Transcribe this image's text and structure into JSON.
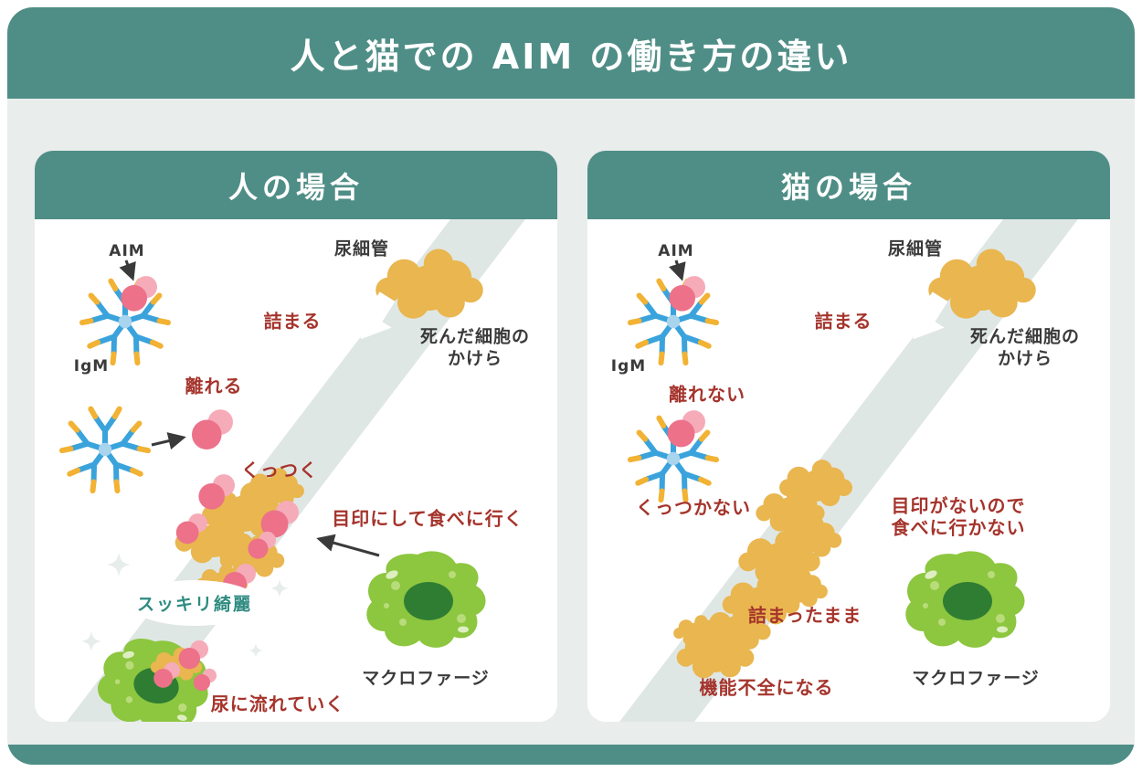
{
  "title": "人と猫での AIM の働き方の違い",
  "panels": {
    "human": {
      "header": "人の場合",
      "aim_label": "AIM",
      "igm_label": "IgM",
      "tubule_label": "尿細管",
      "clog_label": "詰まる",
      "debris_line1": "死んだ細胞の",
      "debris_line2": "かけら",
      "detach_label": "離れる",
      "stick_label": "くっつく",
      "macrophage_action_label": "目印にして食べに行く",
      "clean_label": "スッキリ綺麗",
      "macrophage_label": "マクロファージ",
      "outcome_label": "尿に流れていく"
    },
    "cat": {
      "header": "猫の場合",
      "aim_label": "AIM",
      "igm_label": "IgM",
      "tubule_label": "尿細管",
      "clog_label": "詰まる",
      "debris_line1": "死んだ細胞の",
      "debris_line2": "かけら",
      "detach_label": "離れない",
      "stick_label": "くっつかない",
      "macrophage_action_line1": "目印がないので",
      "macrophage_action_line2": "食べに行かない",
      "stuck_label": "詰まったまま",
      "macrophage_label": "マクロファージ",
      "outcome_label": "機能不全になる"
    }
  },
  "colors": {
    "header_teal": "#4f8e86",
    "background": "#e9edec",
    "warning_red": "#a5342c",
    "text_dark": "#3a3a3a",
    "debris_yellow": "#e9b64f",
    "aim_pink": "#ec7189",
    "igm_blue": "#3aa3dc",
    "macrophage_green": "#8dc63f",
    "clean_teal": "#2e8b80"
  }
}
